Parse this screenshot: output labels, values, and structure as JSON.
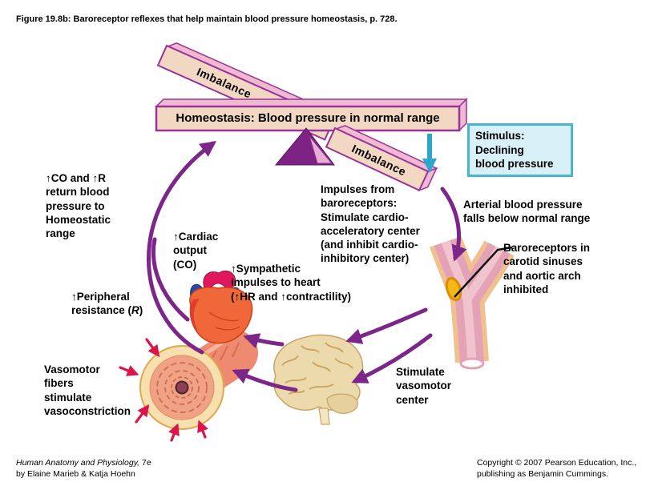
{
  "figure_title": "Figure 19.8b:  Baroreceptor reflexes that help maintain blood pressure homeostasis, p. 728.",
  "banners": {
    "imbalance_left": "Imbalance",
    "imbalance_right": "Imbalance",
    "homeostasis": "Homeostasis: Blood pressure in normal range"
  },
  "stimulus_box": "Stimulus:\nDeclining\nblood pressure",
  "labels": {
    "co_r_return": "↑CO and ↑R\nreturn blood\npressure to\nHomeostatic\nrange",
    "cardiac_output": "↑Cardiac\noutput\n(CO)",
    "sympathetic_impulses": "↑Sympathetic\nimpulses to heart\n(↑HR and ↑contractility)",
    "peripheral_resistance": {
      "pre": "↑Peripheral\nresistance (",
      "symbol": "R",
      "post": ")"
    },
    "impulses_from_baroreceptors": "Impulses from\nbaroreceptors:\nStimulate cardio-\nacceleratory center\n(and inhibit cardio-\ninhibitory center)",
    "arterial_pressure_falls": "Arterial blood pressure\nfalls below normal range",
    "baroreceptors_inhibited": "Baroreceptors in\ncarotid sinuses\nand aortic arch\ninhibited",
    "vasomotor_fibers": "Vasomotor\nfibers\nstimulate\nvasoconstriction",
    "stimulate_vasomotor_center": "Stimulate\nvasomotor\ncenter"
  },
  "icons": {
    "fulcrum": "purple-triangle-fulcrum",
    "stimulus_arrow": "cyan-down-arrow",
    "feedback_arrows": "purple-curved-arrows",
    "constriction_arrows": "red-inward-arrows",
    "heart": "heart-illustration",
    "brain": "brain-illustration",
    "carotid": "carotid-artery-illustration",
    "vessel": "blood-vessel-illustration"
  },
  "colors": {
    "banner_fill": "#f2d8c2",
    "banner_edge": "#efb9d2",
    "banner_border": "#993399",
    "triangle_purple": "#7d2383",
    "arrow_purple": "#7b2688",
    "arrow_cyan": "#2ba7cd",
    "arrow_red": "#dc1448",
    "stimulus_fill": "#d8f1f8",
    "stimulus_border": "#49b4d2"
  },
  "footer": {
    "book_title_italic": "Human Anatomy and Physiology,",
    "edition": " 7e",
    "authors": "by Elaine Marieb & Katja Hoehn",
    "copyright": "Copyright © 2007 Pearson Education, Inc.,\npublishing as Benjamin Cummings."
  }
}
